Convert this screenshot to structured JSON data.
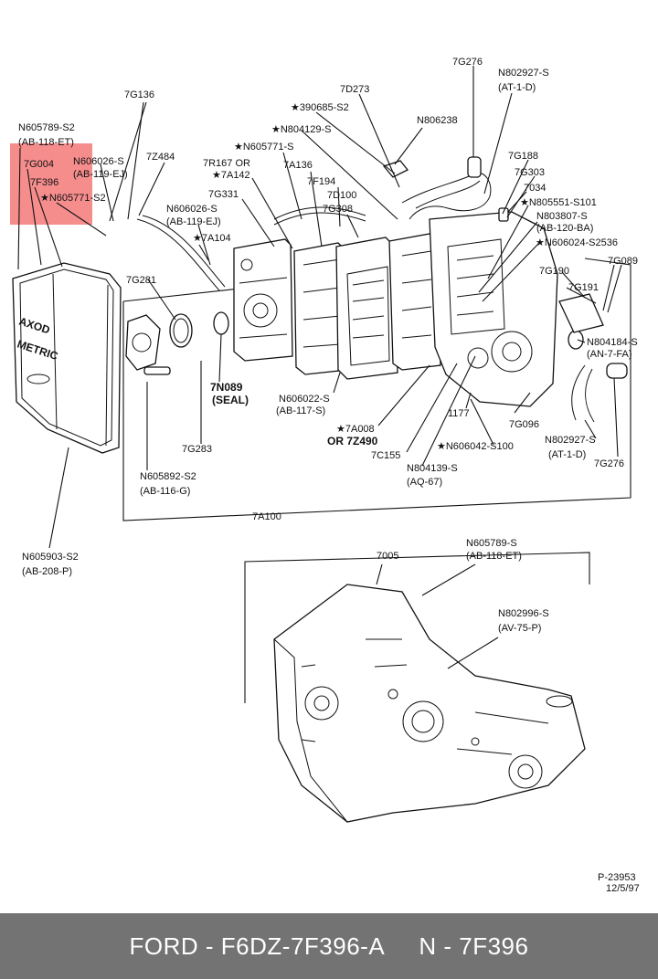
{
  "colors": {
    "highlight": "#ef2f2f",
    "footer_bg": "#737373",
    "footer_text": "#ffffff"
  },
  "labels": {
    "l7G276a": "7G276",
    "lN802927a": "N802927-S",
    "lAT1Da": "(AT-1-D)",
    "l7D273": "7D273",
    "l7G136": "7G136",
    "l390685": "★390685-S2",
    "lN806238": "N806238",
    "lN804129": "★N804129-S",
    "lN605789a": "N605789-S2",
    "lAB118a": "(AB-118-ET)",
    "l7G004": "7G004",
    "l7F396": "7F396",
    "lN606026a": "N606026-S",
    "lAB119a": "(AB-119-EJ)",
    "lN605771a": "★N605771-S2",
    "l7Z484": "7Z484",
    "lN605771b": "★N605771-S",
    "l7R167": "7R167 OR",
    "l7A142": "★7A142",
    "l7A136": "7A136",
    "l7G188": "7G188",
    "l7G303": "7G303",
    "l7034": "7034",
    "lN805551": "★N805551-S101",
    "lN803807": "N803807-S",
    "lAB120": "(AB-120-BA)",
    "lN606024": "★N606024-S2536",
    "l7G331": "7G331",
    "l7F194": "7F194",
    "l7D100": "7D100",
    "l7G308": "7G308",
    "lN606026b": "N606026-S",
    "lAB119b": "(AB-119-EJ)",
    "l7A104": "★7A104",
    "l7G089": "7G089",
    "l7G190": "7G190",
    "l7G191": "7G191",
    "l7G281": "7G281",
    "lN804184": "N804184-S",
    "lAN7": "(AN-7-FA)",
    "l7N089": "7N089",
    "lSEAL": "(SEAL)",
    "lN606022": "N606022-S",
    "lAB117": "(AB-117-S)",
    "l1177": "1177",
    "l7G096": "7G096",
    "l7A008": "★7A008",
    "l7Z490": "OR 7Z490",
    "l7C155": "7C155",
    "lN606042": "★N606042-S100",
    "lN802927b": "N802927-S",
    "lAT1Db": "(AT-1-D)",
    "l7G283": "7G283",
    "lN804139": "N804139-S",
    "lAQ67": "(AQ-67)",
    "l7G276b": "7G276",
    "lN605892": "N605892-S2",
    "lAB116": "(AB-116-G)",
    "l7A100": "7A100",
    "lN605903": "N605903-S2",
    "lAB208": "(AB-208-P)",
    "l7005": "7005",
    "lN605789b": "N605789-S",
    "lAB118b": "(AB-118-ET)",
    "lN802996": "N802996-S",
    "lAV75": "(AV-75-P)",
    "lP23953": "P-23953",
    "lDate": "12/5/97"
  },
  "pan_text": {
    "line1": "AXOD",
    "line2": "METRIC"
  },
  "footer": {
    "text": "FORD - F6DZ-7F396-A     N - 7F396"
  }
}
